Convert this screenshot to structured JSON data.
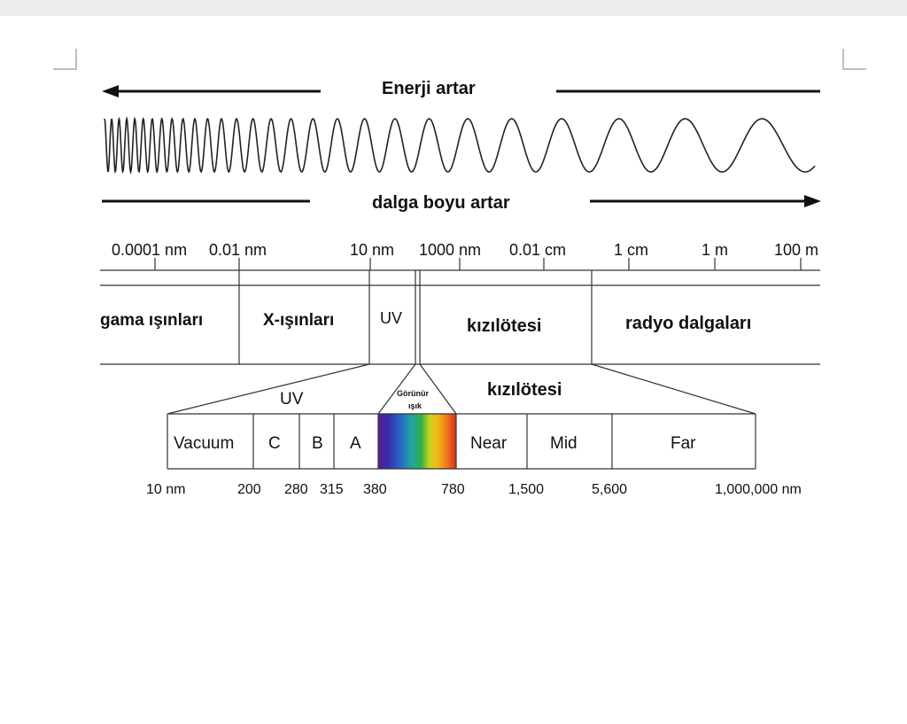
{
  "arrows": {
    "energy_label": "Enerji artar",
    "wavelength_label": "dalga boyu artar"
  },
  "scale": {
    "tick_labels": [
      "0.0001 nm",
      "0.01 nm",
      "10 nm",
      "1000 nm",
      "0.01 cm",
      "1 cm",
      "1 m",
      "100 m"
    ]
  },
  "bands": {
    "gamma": "gama ışınları",
    "xray": "X-ışınları",
    "uv": "UV",
    "infrared": "kızılötesi",
    "radio": "radyo dalgaları"
  },
  "detail": {
    "uv_title": "UV",
    "visible_title_1": "Görünür",
    "visible_title_2": "ışık",
    "infrared_title": "kızılötesi",
    "cells": [
      "Vacuum",
      "C",
      "B",
      "A",
      "Near",
      "Mid",
      "Far"
    ],
    "tick_labels": [
      "10 nm",
      "200",
      "280",
      "315",
      "380",
      "780",
      "1,500",
      "5,600",
      "1,000,000 nm"
    ]
  },
  "colors": {
    "line": "#222222",
    "spectrum": [
      "#5a1f8c",
      "#3a2aa8",
      "#2a62c8",
      "#22a2a8",
      "#2eb04a",
      "#c8d21e",
      "#f2b91a",
      "#ee7a1a",
      "#e0281e"
    ]
  }
}
